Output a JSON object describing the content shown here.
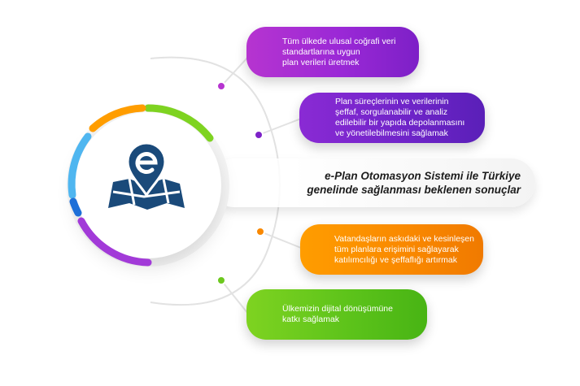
{
  "colors": {
    "purple": "#9a28d6",
    "violet": "#6e24c8",
    "orange": "#f98800",
    "green": "#5bc21a",
    "logo_blue": "#1a4a7a"
  },
  "icons": [
    "e-plan-map-pin-icon"
  ],
  "center": {
    "title": "e-Plan Otomasyon Sistemi ile Türkiye\ngenelinde sağlanması beklenen sonuçlar"
  },
  "items": [
    {
      "text": "Tüm ülkede ulusal coğrafi veri\nstandartlarına uygun\nplan verileri üretmek"
    },
    {
      "text": "Plan süreçlerinin ve verilerinin\nşeffaf, sorgulanabilir ve analiz\nedilebilir bir yapıda depolanmasını\nve yönetilebilmesini sağlamak"
    },
    {
      "text": "Vatandaşların askıdaki ve kesinleşen\ntüm planlara erişimini sağlayarak\nkatılımcılığı ve şeffaflığı artırmak"
    },
    {
      "text": "Ülkemizin dijital dönüşümüne\nkatkı sağlamak"
    }
  ]
}
